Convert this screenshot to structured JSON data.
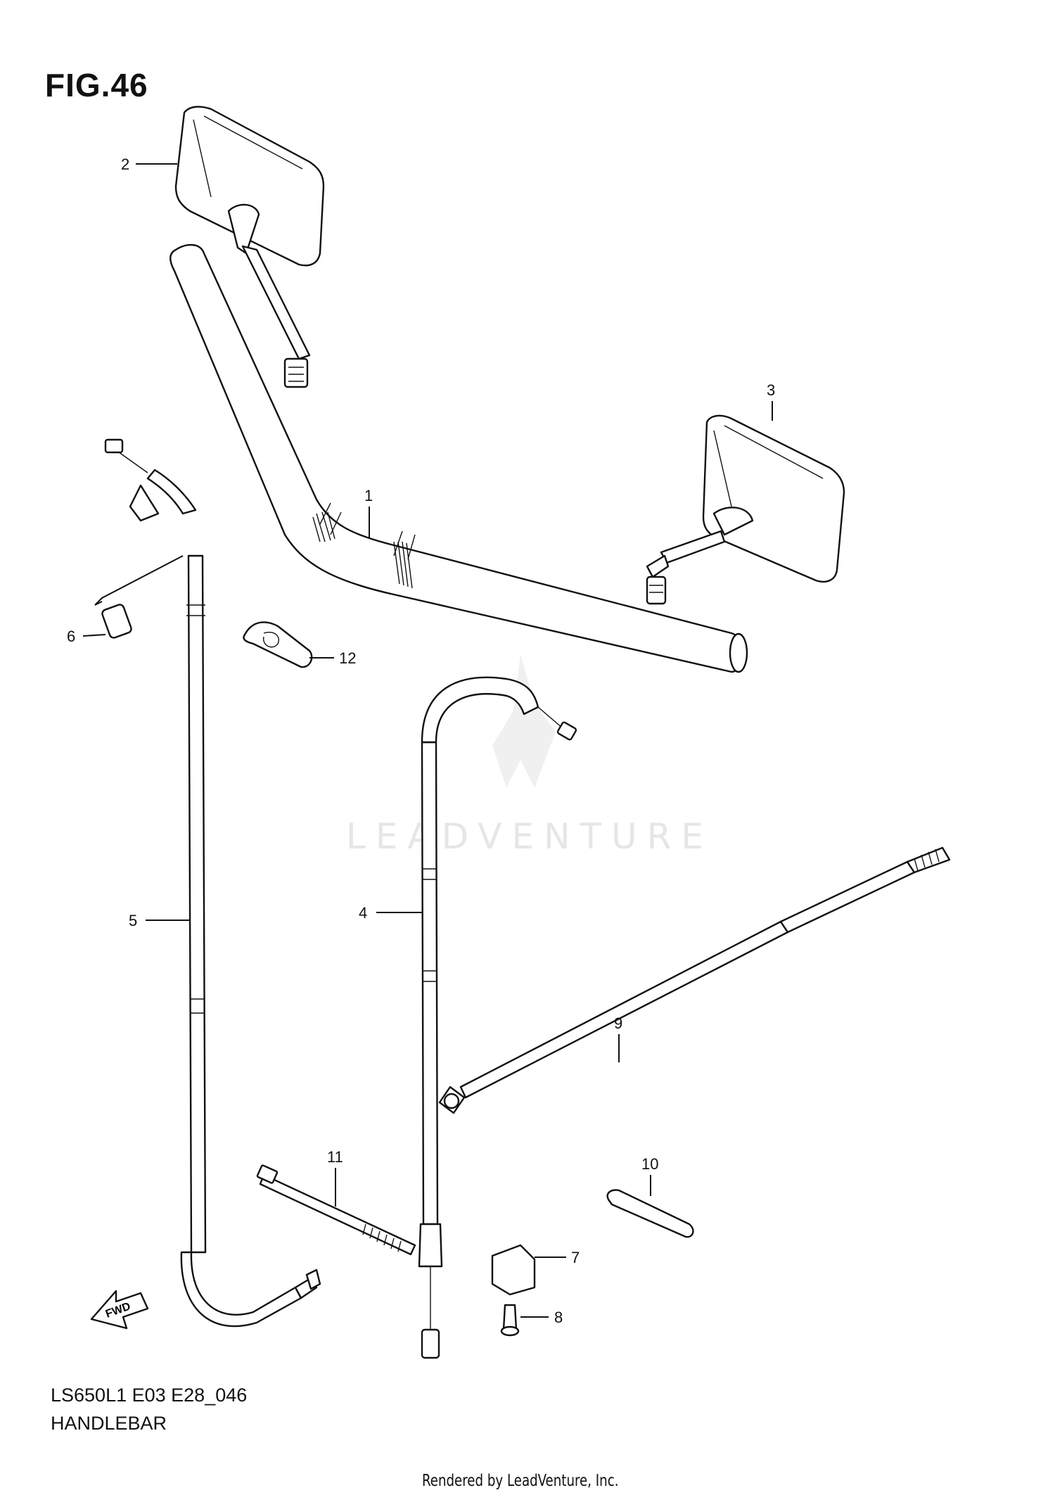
{
  "figure": {
    "title": "FIG.46",
    "model_code": "LS650L1 E03 E28_046",
    "name": "HANDLEBAR",
    "credit": "Rendered by LeadVenture, Inc.",
    "watermark": "LEADVENTURE",
    "direction_label": "FWD"
  },
  "callouts": [
    "1",
    "2",
    "3",
    "4",
    "5",
    "6",
    "7",
    "8",
    "9",
    "10",
    "11",
    "12"
  ]
}
